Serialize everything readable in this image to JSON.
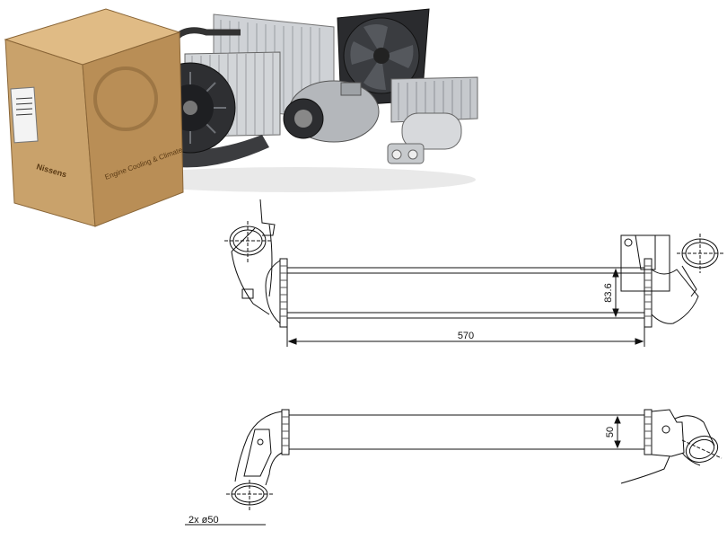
{
  "brand_box": {
    "logo_text": "Nissens",
    "tagline": "Engine Cooling & Climate"
  },
  "drawing": {
    "top_view": {
      "width_label": "570",
      "height_label": "83.6"
    },
    "side_view": {
      "height_label": "50",
      "connector_label": "2x  ø50"
    }
  },
  "colors": {
    "box_cardboard": "#c9a26b",
    "box_dark": "#8a6638",
    "metal": "#b9bcc0",
    "line": "#111111"
  }
}
